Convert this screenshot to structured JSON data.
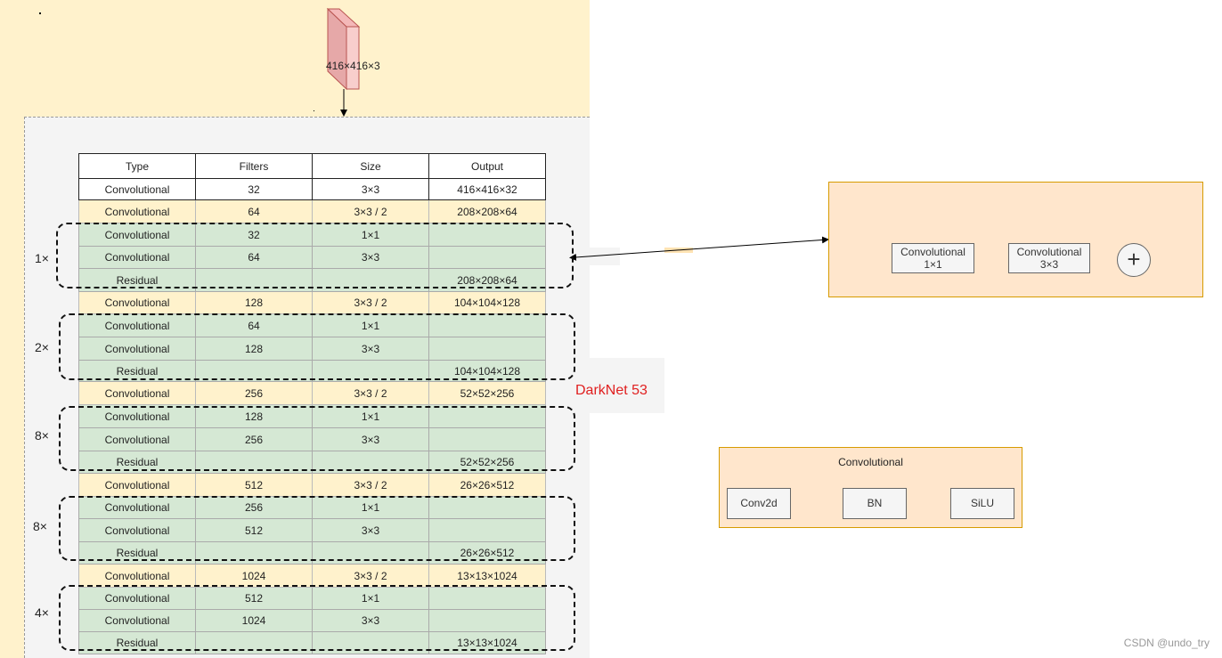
{
  "input": {
    "label": "416×416×3"
  },
  "network_label": "DarkNet 53",
  "table": {
    "headers": [
      "Type",
      "Filters",
      "Size",
      "Output"
    ],
    "rows": [
      [
        "Convolutional",
        "32",
        "3×3",
        "416×416×32"
      ],
      [
        "Convolutional",
        "64",
        "3×3 / 2",
        "208×208×64"
      ],
      [
        "Convolutional",
        "32",
        "1×1",
        ""
      ],
      [
        "Convolutional",
        "64",
        "3×3",
        ""
      ],
      [
        "Residual",
        "",
        "",
        "208×208×64"
      ],
      [
        "Convolutional",
        "128",
        "3×3 / 2",
        "104×104×128"
      ],
      [
        "Convolutional",
        "64",
        "1×1",
        ""
      ],
      [
        "Convolutional",
        "128",
        "3×3",
        ""
      ],
      [
        "Residual",
        "",
        "",
        "104×104×128"
      ],
      [
        "Convolutional",
        "256",
        "3×3 / 2",
        "52×52×256"
      ],
      [
        "Convolutional",
        "128",
        "1×1",
        ""
      ],
      [
        "Convolutional",
        "256",
        "3×3",
        ""
      ],
      [
        "Residual",
        "",
        "",
        "52×52×256"
      ],
      [
        "Convolutional",
        "512",
        "3×3 / 2",
        "26×26×512"
      ],
      [
        "Convolutional",
        "256",
        "1×1",
        ""
      ],
      [
        "Convolutional",
        "512",
        "3×3",
        ""
      ],
      [
        "Residual",
        "",
        "",
        "26×26×512"
      ],
      [
        "Convolutional",
        "1024",
        "3×3 / 2",
        "13×13×1024"
      ],
      [
        "Convolutional",
        "512",
        "1×1",
        ""
      ],
      [
        "Convolutional",
        "1024",
        "3×3",
        ""
      ],
      [
        "Residual",
        "",
        "",
        "13×13×1024"
      ]
    ],
    "row_styles": [
      "white",
      "yellow",
      "green",
      "green",
      "green",
      "yellow",
      "green",
      "green",
      "green",
      "yellow",
      "green",
      "green",
      "green",
      "yellow",
      "green",
      "green",
      "green",
      "yellow",
      "green",
      "green",
      "green"
    ]
  },
  "repeats": [
    "1×",
    "2×",
    "8×",
    "8×",
    "4×"
  ],
  "residual_block": {
    "conv1": {
      "name": "Convolutional",
      "size": "1×1"
    },
    "conv2": {
      "name": "Convolutional",
      "size": "3×3"
    },
    "add_symbol": "+"
  },
  "conv_block": {
    "title": "Convolutional",
    "steps": [
      "Conv2d",
      "BN",
      "SiLU"
    ]
  },
  "watermark": "CSDN @undo_try",
  "colors": {
    "residual_green": "#d5e8d4",
    "downsample_yellow": "#fff2cc",
    "block_orange": "#ffe6cc",
    "label_red": "#e02020",
    "input_red": "#f8cecc"
  }
}
